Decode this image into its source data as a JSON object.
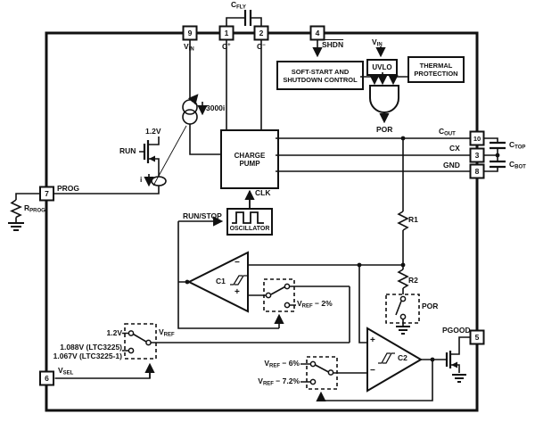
{
  "pins": {
    "vin": {
      "num": "9",
      "base": "V",
      "sub": "IN"
    },
    "cpos": {
      "num": "1",
      "base": "C",
      "sup": "+"
    },
    "cneg": {
      "num": "2",
      "base": "C",
      "sup": "−"
    },
    "shdn": {
      "num": "4",
      "label": "SHDN"
    },
    "prog": {
      "num": "7",
      "label": "PROG"
    },
    "vsel": {
      "num": "6",
      "base": "V",
      "sub": "SEL"
    },
    "pgood": {
      "num": "5",
      "label": "PGOOD"
    },
    "cout": {
      "num": "10",
      "base": "C",
      "sub": "OUT"
    },
    "cx": {
      "num": "3",
      "label": "CX"
    },
    "gnd": {
      "num": "8",
      "label": "GND"
    }
  },
  "blocks": {
    "soft1": "SOFT-START AND",
    "soft2": "SHUTDOWN CONTROL",
    "uvlo": "UVLO",
    "thermal1": "THERMAL",
    "thermal2": "PROTECTION",
    "pump1": "CHARGE",
    "pump2": "PUMP",
    "osc": "OSCILLATOR"
  },
  "comp": {
    "cfly": {
      "base": "C",
      "sub": "FLY"
    },
    "ctop": {
      "base": "C",
      "sub": "TOP"
    },
    "cbot": {
      "base": "C",
      "sub": "BOT"
    },
    "rprog": {
      "base": "R",
      "sub": "PROG"
    },
    "r1": "R1",
    "r2": "R2",
    "mirror": "3000i",
    "i": "i",
    "run": "RUN",
    "v12": "1.2V",
    "clk": "CLK",
    "runstop": "RUN/STOP",
    "por": "POR",
    "por_sw": "POR",
    "c1": "C1",
    "c2": "C2",
    "plus": "+",
    "minus": "−",
    "vin": {
      "base": "V",
      "sub": "IN"
    },
    "vref": {
      "base": "V",
      "sub": "REF"
    },
    "vref2": {
      "base": "V",
      "sub": "REF",
      "rest": " − 2%"
    },
    "vref6": {
      "base": "V",
      "sub": "REF",
      "rest": " − 6%"
    },
    "vref72": {
      "base": "V",
      "sub": "REF",
      "rest": " − 7.2%"
    },
    "sel12": "1.2V",
    "selhi": "1.088V (LTC3225)",
    "sello": "1.067V (LTC3225-1)"
  }
}
